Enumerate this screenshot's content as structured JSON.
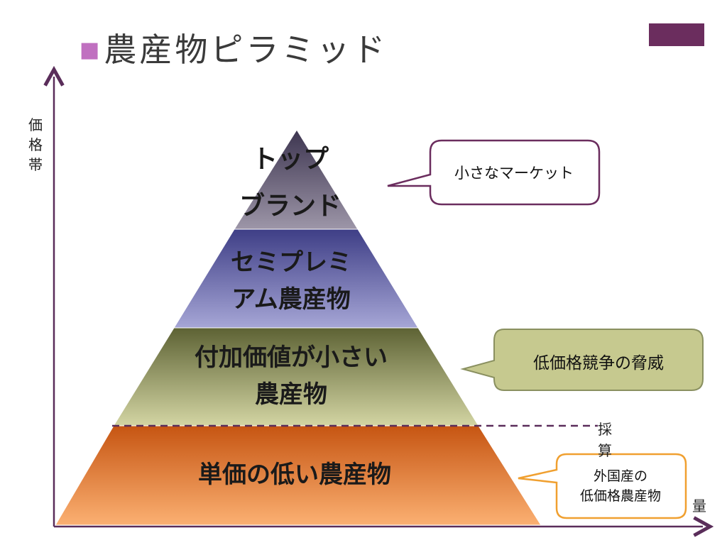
{
  "slide": {
    "title": "農産物ピラミッド",
    "title_bullet": "■"
  },
  "axes": {
    "y_label": "価\n格\n帯",
    "x_label": "量"
  },
  "threshold": {
    "label": "採\n算"
  },
  "tiers": [
    {
      "label_lines": [
        "トップ",
        "ブランド"
      ],
      "color": "#8d8596"
    },
    {
      "label_lines": [
        "セミプレミ",
        "アム農産物"
      ],
      "color": "#6e6eaa"
    },
    {
      "label_lines": [
        "付加価値が小さい",
        "農産物"
      ],
      "color": "#a8ad74"
    },
    {
      "label_lines": [
        "単価の低い農産物"
      ],
      "color": "#e8823a"
    }
  ],
  "callouts": [
    {
      "text": "小さなマーケット",
      "border": "#6b2d5e",
      "fill": "#ffffff"
    },
    {
      "text": "低価格競争の脅威",
      "border": "#8a9060",
      "fill": "#c6c98f"
    },
    {
      "text_lines": [
        "外国産の",
        "低価格農産物"
      ],
      "border": "#f0a030",
      "fill": "#ffffff"
    }
  ],
  "colors": {
    "axis": "#5a2d5a",
    "accent": "#6b2d5e"
  }
}
